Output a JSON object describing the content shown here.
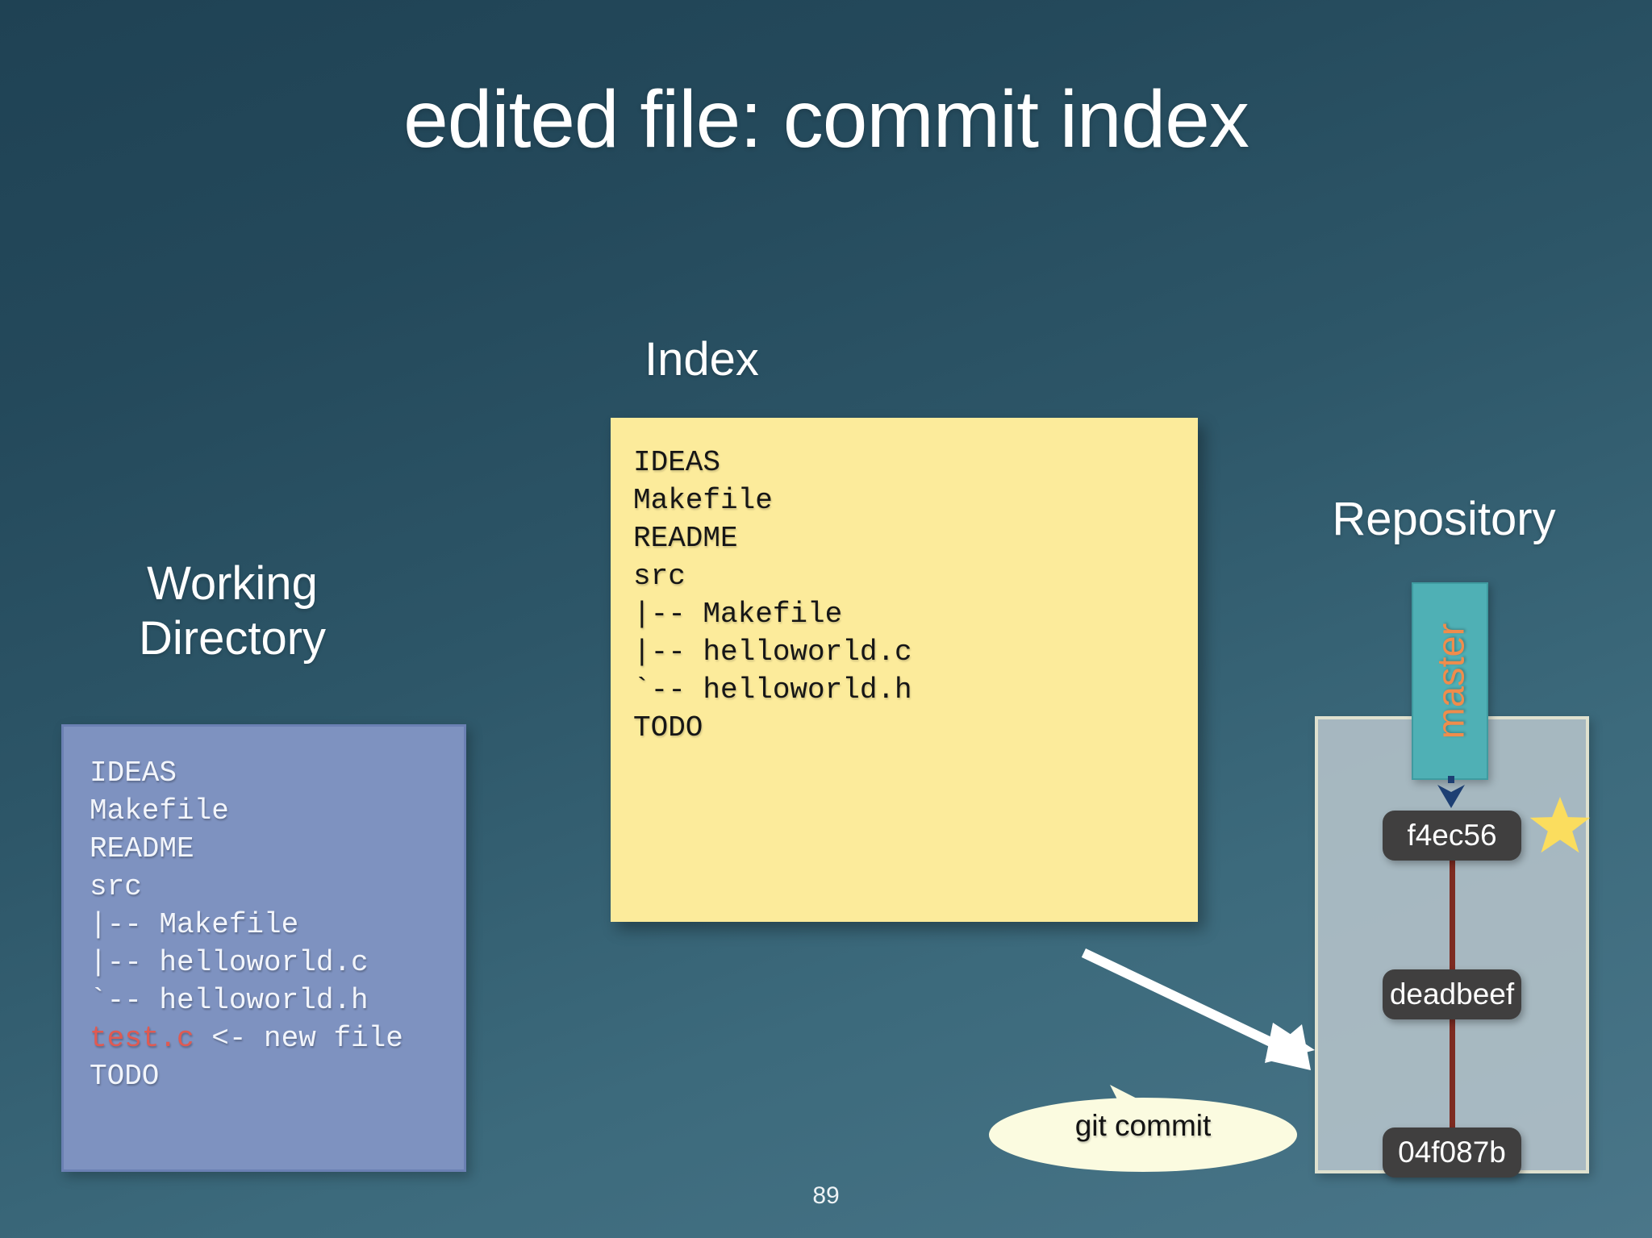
{
  "slide": {
    "title": "edited file: commit index",
    "page_number": "89"
  },
  "working_directory": {
    "heading": "Working\nDirectory",
    "lines": [
      {
        "text": "IDEAS"
      },
      {
        "text": "Makefile"
      },
      {
        "text": "README"
      },
      {
        "text": "src"
      },
      {
        "text": "|-- Makefile"
      },
      {
        "text": "|-- helloworld.c"
      },
      {
        "text": "`-- helloworld.h"
      },
      {
        "text": "test.c",
        "highlight": true,
        "suffix": " <- new file"
      },
      {
        "text": "TODO"
      }
    ],
    "panel_color": "#7e92c0",
    "highlight_color": "#e05a52"
  },
  "index": {
    "heading": "Index",
    "lines": [
      {
        "text": "IDEAS"
      },
      {
        "text": "Makefile"
      },
      {
        "text": "README"
      },
      {
        "text": "src"
      },
      {
        "text": "|-- Makefile"
      },
      {
        "text": "|-- helloworld.c"
      },
      {
        "text": "`-- helloworld.h"
      },
      {
        "text": "TODO"
      }
    ],
    "panel_color": "#fceb9b"
  },
  "repository": {
    "heading": "Repository",
    "branch_label": "master",
    "branch_color": "#4fb0b5",
    "branch_text_color": "#f08c4c",
    "commits": [
      {
        "sha": "f4ec56"
      },
      {
        "sha": "deadbeef"
      },
      {
        "sha": "04f087b"
      }
    ],
    "head_marker": "star",
    "panel_color": "#b8c5cc"
  },
  "annotation": {
    "callout_label": "git commit",
    "callout_color": "#fbfbe0",
    "arrow_color": "#ffffff"
  }
}
